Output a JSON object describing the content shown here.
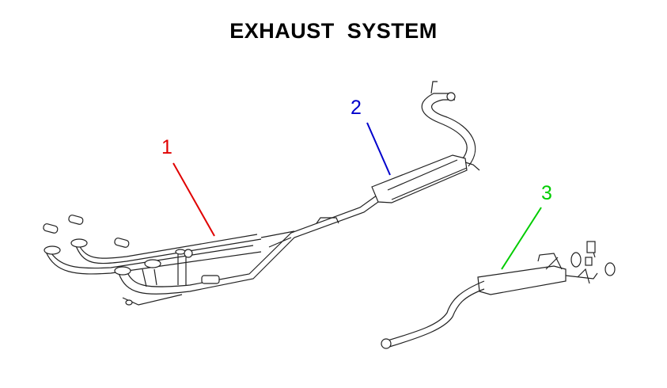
{
  "title": "EXHAUST  SYSTEM",
  "callouts": [
    {
      "number": "1",
      "color": "#e00000"
    },
    {
      "number": "2",
      "color": "#0000cc"
    },
    {
      "number": "3",
      "color": "#00cc00"
    }
  ]
}
